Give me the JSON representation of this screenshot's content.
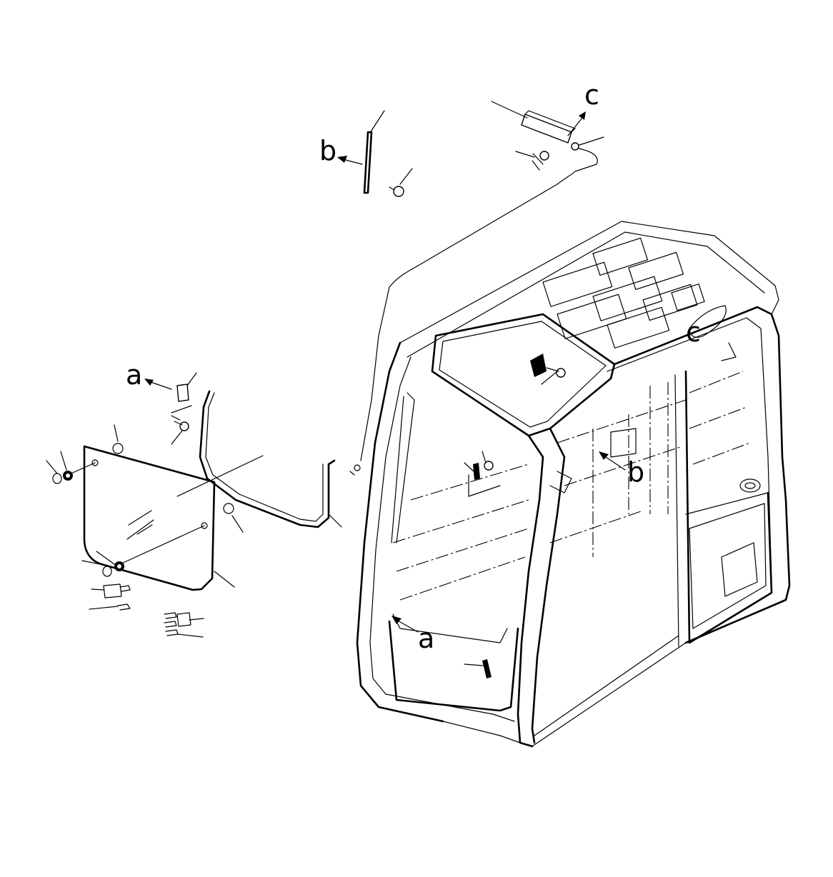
{
  "labels": {
    "a_left": "a",
    "a_cab": "a",
    "b_top": "b",
    "b_cab": "b",
    "c_top": "c",
    "c_cab": "c"
  }
}
